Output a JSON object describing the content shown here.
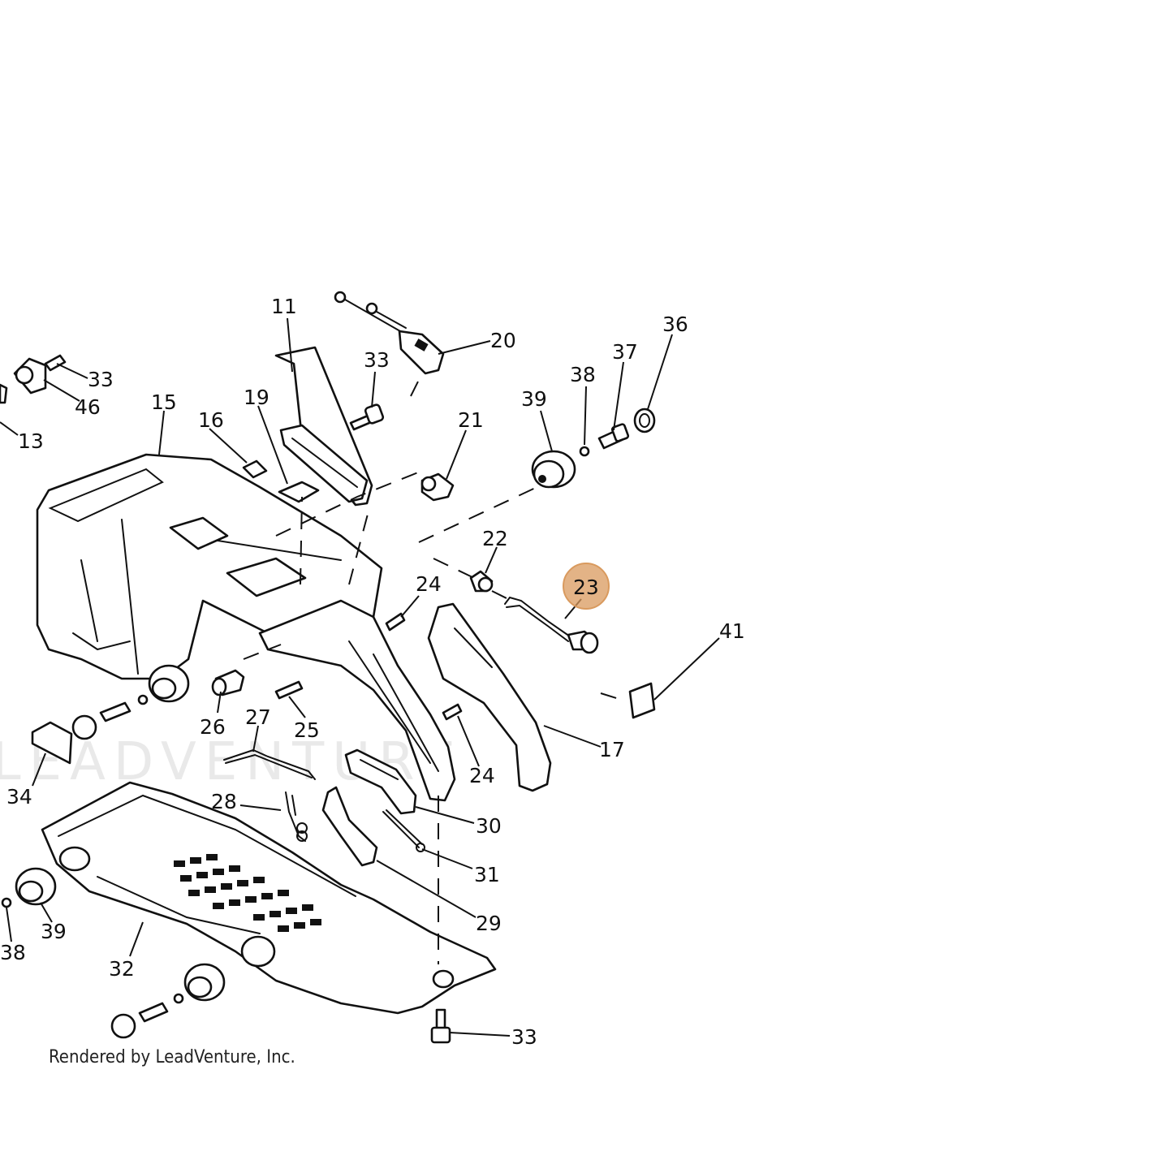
{
  "highlight_color": "#d99a5e",
  "watermark": "LEADVENTURE",
  "credit": "Rendered by LeadVenture, Inc.",
  "callouts": [
    {
      "id": "11",
      "label": "11",
      "highlighted": false
    },
    {
      "id": "20",
      "label": "20",
      "highlighted": false
    },
    {
      "id": "36",
      "label": "36",
      "highlighted": false
    },
    {
      "id": "33a",
      "label": "33",
      "highlighted": false
    },
    {
      "id": "33b",
      "label": "33",
      "highlighted": false
    },
    {
      "id": "33c",
      "label": "33",
      "highlighted": false
    },
    {
      "id": "37",
      "label": "37",
      "highlighted": false
    },
    {
      "id": "38a",
      "label": "38",
      "highlighted": false
    },
    {
      "id": "38b",
      "label": "38",
      "highlighted": false
    },
    {
      "id": "39a",
      "label": "39",
      "highlighted": false
    },
    {
      "id": "39b",
      "label": "39",
      "highlighted": false
    },
    {
      "id": "46",
      "label": "46",
      "highlighted": false
    },
    {
      "id": "15",
      "label": "15",
      "highlighted": false
    },
    {
      "id": "19",
      "label": "19",
      "highlighted": false
    },
    {
      "id": "21",
      "label": "21",
      "highlighted": false
    },
    {
      "id": "16",
      "label": "16",
      "highlighted": false
    },
    {
      "id": "13",
      "label": "13",
      "highlighted": false
    },
    {
      "id": "22",
      "label": "22",
      "highlighted": false
    },
    {
      "id": "23",
      "label": "23",
      "highlighted": true
    },
    {
      "id": "24a",
      "label": "24",
      "highlighted": false
    },
    {
      "id": "24b",
      "label": "24",
      "highlighted": false
    },
    {
      "id": "41",
      "label": "41",
      "highlighted": false
    },
    {
      "id": "26",
      "label": "26",
      "highlighted": false
    },
    {
      "id": "27",
      "label": "27",
      "highlighted": false
    },
    {
      "id": "25",
      "label": "25",
      "highlighted": false
    },
    {
      "id": "17",
      "label": "17",
      "highlighted": false
    },
    {
      "id": "34",
      "label": "34",
      "highlighted": false
    },
    {
      "id": "28",
      "label": "28",
      "highlighted": false
    },
    {
      "id": "30",
      "label": "30",
      "highlighted": false
    },
    {
      "id": "31",
      "label": "31",
      "highlighted": false
    },
    {
      "id": "29",
      "label": "29",
      "highlighted": false
    },
    {
      "id": "32",
      "label": "32",
      "highlighted": false
    }
  ]
}
